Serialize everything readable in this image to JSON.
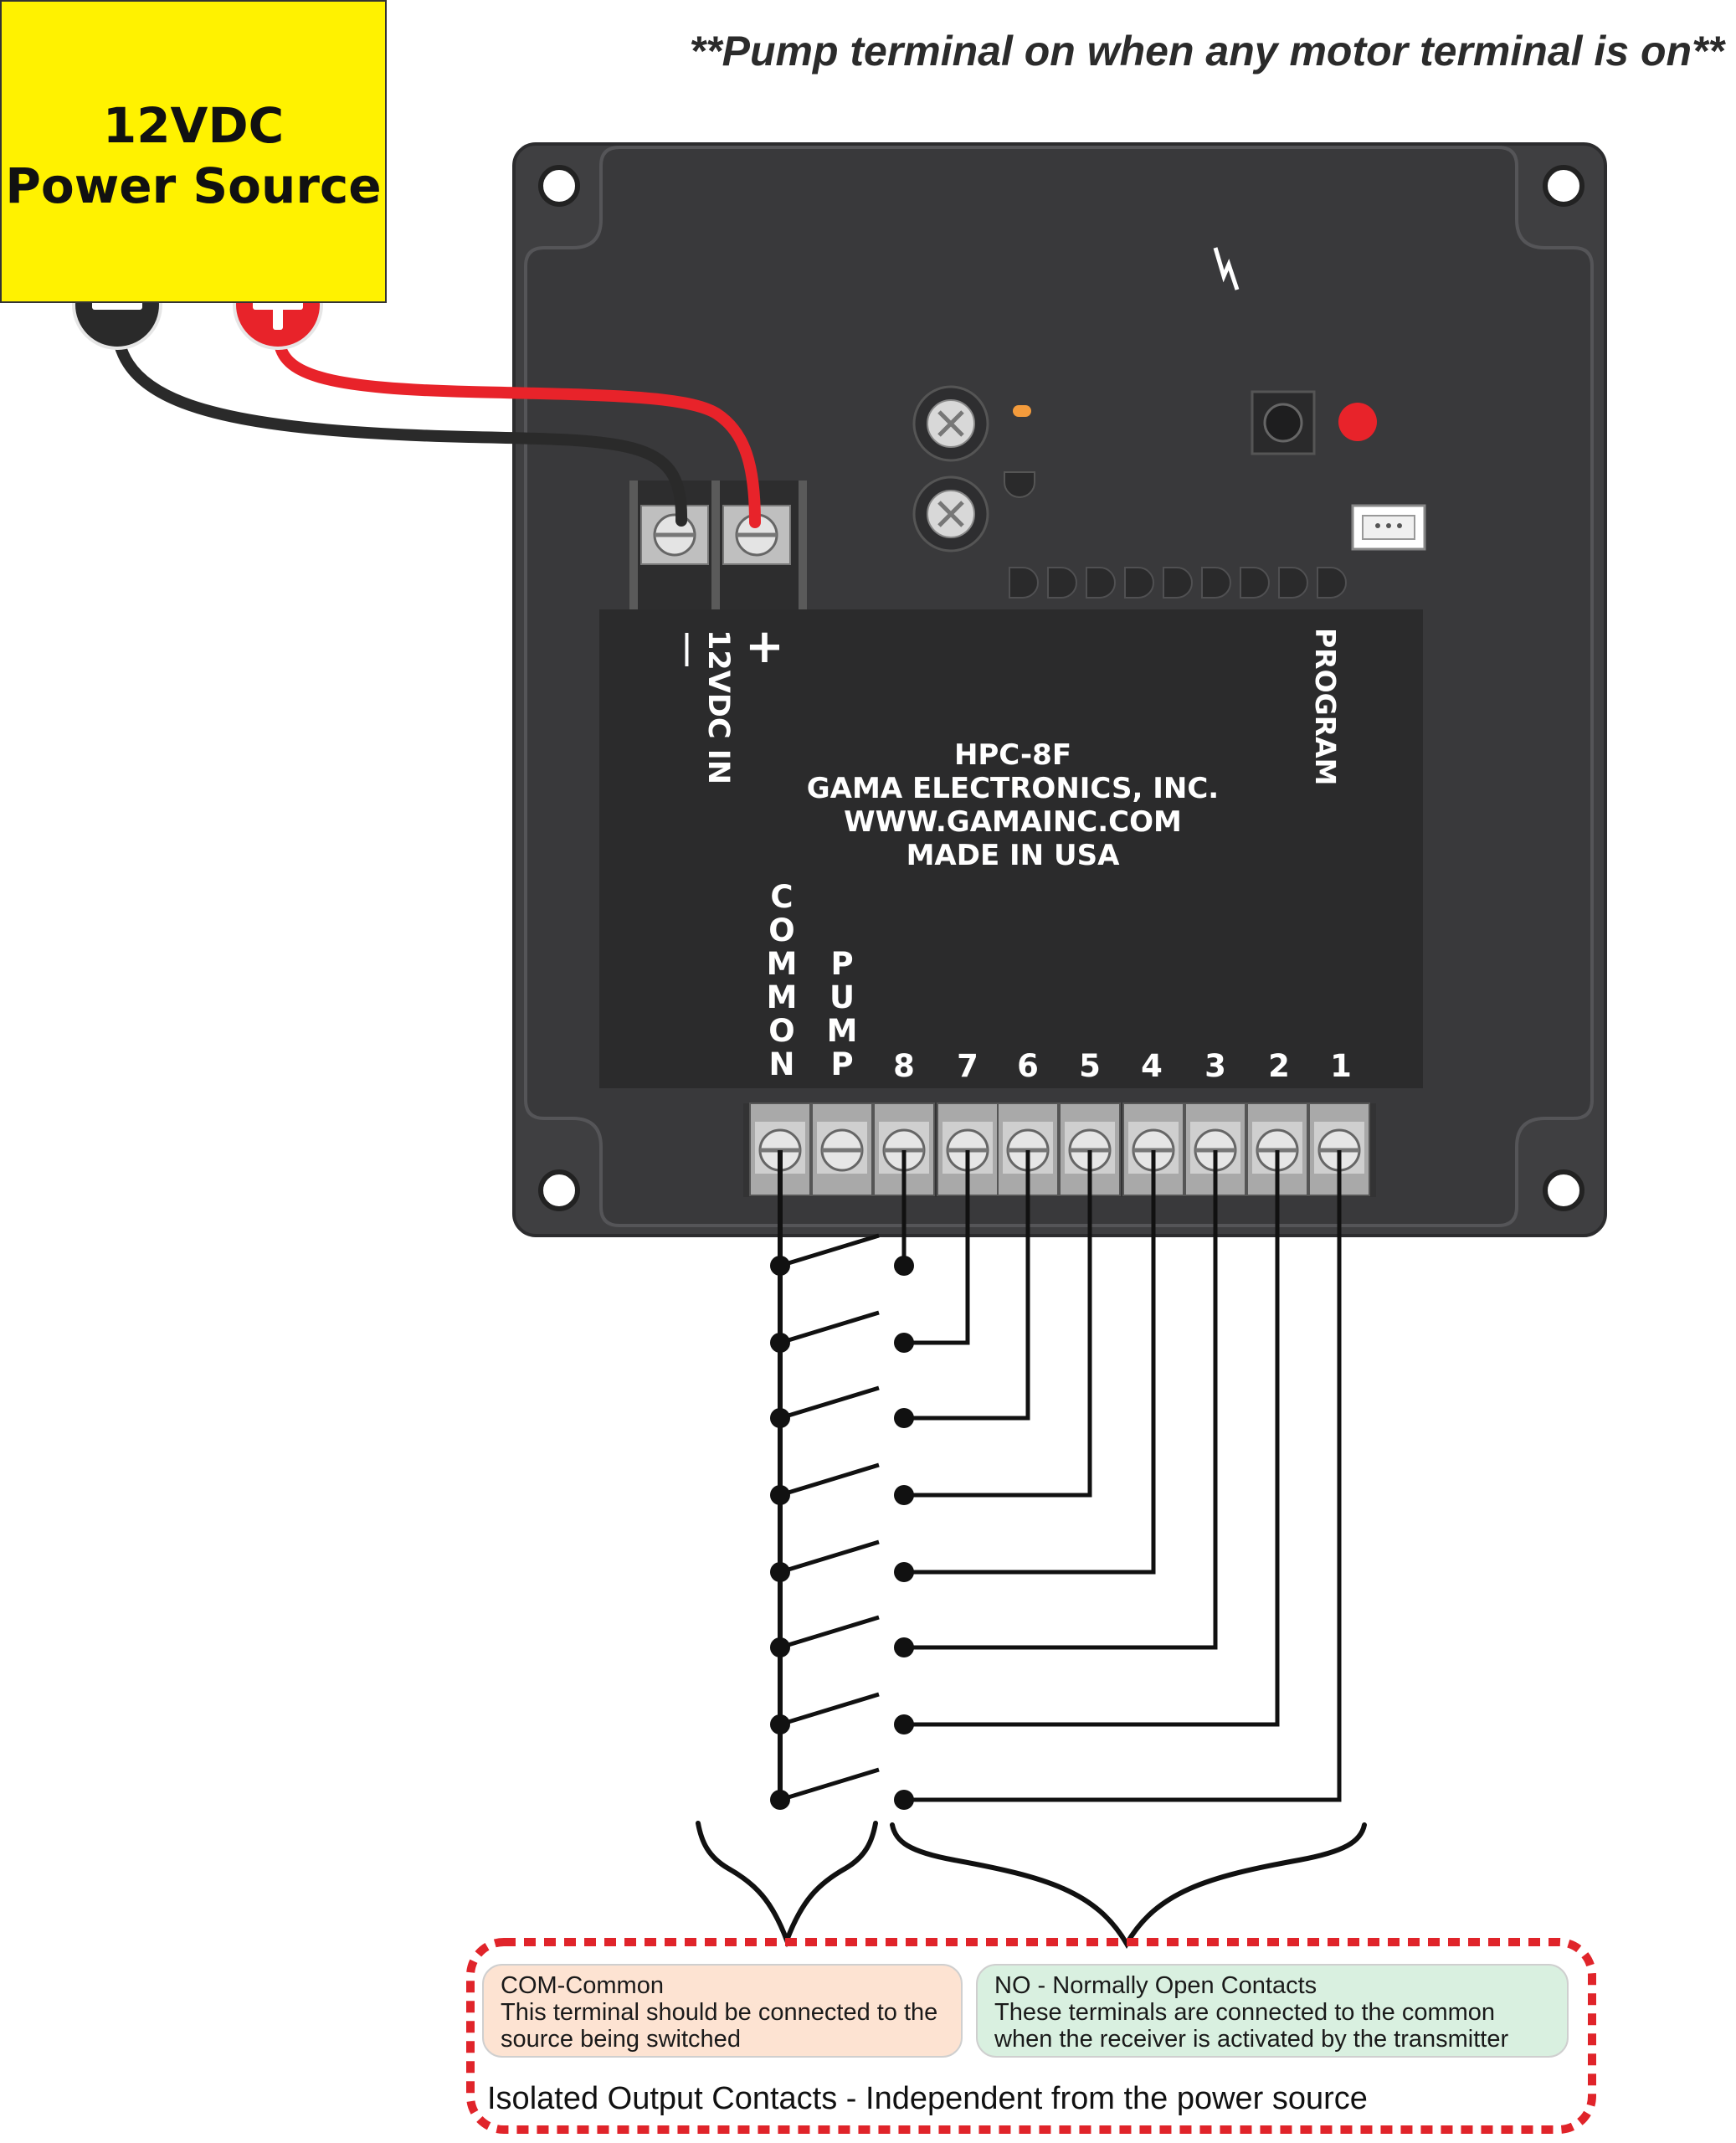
{
  "header_note": "**Pump terminal on when any motor terminal is on**",
  "power_source": {
    "line1": "12VDC",
    "line2": "Power Source",
    "neg_symbol": "−",
    "pos_symbol": "+"
  },
  "board": {
    "model": "HPC-8F",
    "maker": "GAMA ELECTRONICS, INC.",
    "website": "WWW.GAMAINC.COM",
    "origin": "MADE IN USA",
    "program_label": "PROGRAM",
    "power_in_label": "12VDC IN",
    "power_plus": "+",
    "power_minus": "—",
    "common_letters": [
      "C",
      "O",
      "M",
      "M",
      "O",
      "N"
    ],
    "pump_letters": [
      "P",
      "U",
      "M",
      "P"
    ],
    "terminal_numbers": [
      "8",
      "7",
      "6",
      "5",
      "4",
      "3",
      "2",
      "1"
    ]
  },
  "callouts": {
    "com": {
      "title": "COM-Common",
      "line1": "This terminal should be connected to the",
      "line2": "source being switched",
      "color": "#fde3d2"
    },
    "no": {
      "title": "NO - Normally Open Contacts",
      "line1": "These terminals are connected to the common",
      "line2": "when the receiver is activated by the transmitter",
      "color": "#d9f0e0"
    },
    "footer": "Isolated Output Contacts - Independent from the power source",
    "border_color": "#e0242a"
  },
  "colors": {
    "board": "#3f3f41",
    "panel": "#2b2b2c",
    "wire_red": "#e8232a",
    "wire_black": "#2a2a2a",
    "source": "#fff200"
  }
}
